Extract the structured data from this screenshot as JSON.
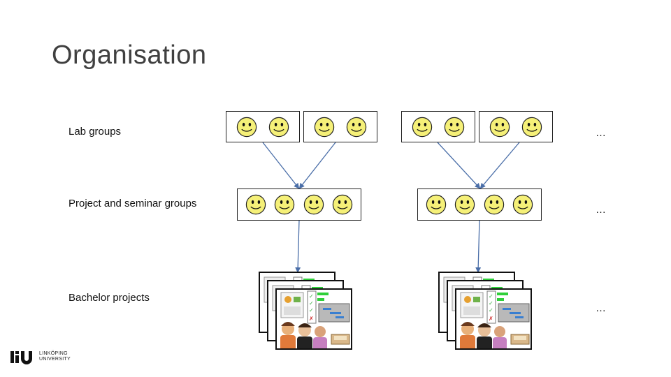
{
  "slide": {
    "title": "Organisation",
    "rows": {
      "lab": "Lab groups",
      "project": "Project and seminar groups",
      "bachelor": "Bachelor projects"
    },
    "ellipsis": [
      "…",
      "…",
      "…"
    ]
  },
  "logo": {
    "mark": "liu",
    "line1": "LINKÖPING",
    "line2": "UNIVERSITY"
  },
  "colors": {
    "smiley_face": "#f5f078",
    "smiley_outline": "#222222",
    "arrow": "#4a6ea8",
    "title": "#404040"
  }
}
